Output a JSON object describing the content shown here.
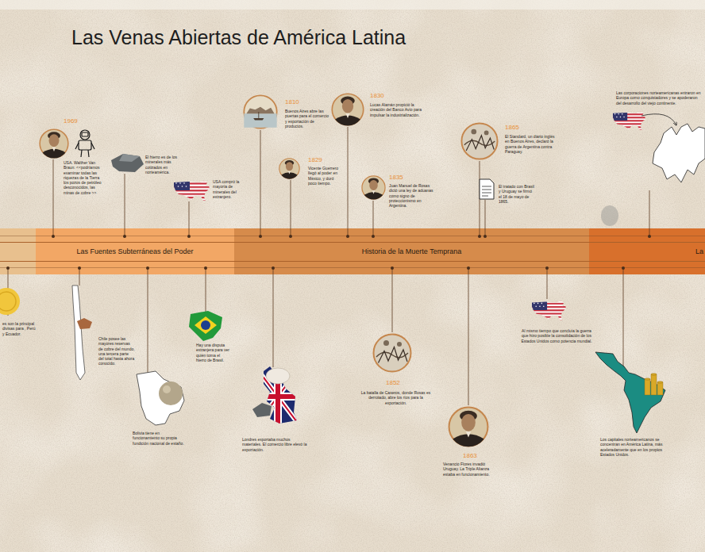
{
  "diagram": {
    "title": "Las Venas Abiertas de América Latina",
    "nodes": [
      {
        "text": [
          "Las Fuentes Subterráneas del Poder"
        ]
      },
      {
        "text": [
          "Historia de la Muerte Temprana"
        ]
      },
      {
        "text": [
          "La"
        ]
      }
    ],
    "labels": [
      "1969",
      "USA. Walther Van Braun: <<podríamos examinar todas las riquezas de la Tierra los pozos de petróleo desconocidos, las minas de cobre >>",
      "El hierro es de los minerales más cotizados en norteamérica.",
      "USA compró la mayoría de minerales del extranjero.",
      "1810",
      "Buenos Aires abre las puertas para el comercio y exportación de productos.",
      "1829",
      "Vicente Guerrero llegó al poder en México, y duró poco tiempo.",
      "1830",
      "Lucas Alamán propició la creación del Banco Avío para impulsar la industrialización.",
      "1835",
      "Juan Manuel de Rosas dictó una ley de aduanas como signo de proteccionismo en Argentina.",
      "1865",
      "El Standard, un diario inglés en Buenos Aires, declaró la guerra de Argentina contra Paraguay.",
      "El tratado con Brasil y Uruguay se firmó el 18 de mayo de 1865.",
      "Las corporaciones norteamericanas entraron en Europa como conquistadores y se apoderaron del desarrollo del viejo continente.",
      "es son la principal divisas para , Perú y Ecuador.",
      "Chile posee las mayores reservas de cobre del mundo, una tercera parte del total hasta ahora conocido.",
      "Hay una disputa extranjera para ver quién toma el hierro de Brasil.",
      "Bolivia tiene en funcionamiento su propia fundición nacional de estaño.",
      "Londres exportaba muchos materiales. El comercio libre elevó la exportación.",
      "1852",
      "La batalla de Caseros, donde Rosas es derrotado, abre los ríos para la exportación.",
      "1863",
      "Venancio Flores invadió Uruguay. La Triple Alianza estaba en funcionamiento.",
      "Al mismo tiempo que concluía la guerra que hizo posible la consolidación de los Estados Unidos como potencia mundial.",
      "Los capitales norteamericanos se concentran en América Latina, más aceleradamente que en los propios Estados Unidos."
    ]
  }
}
